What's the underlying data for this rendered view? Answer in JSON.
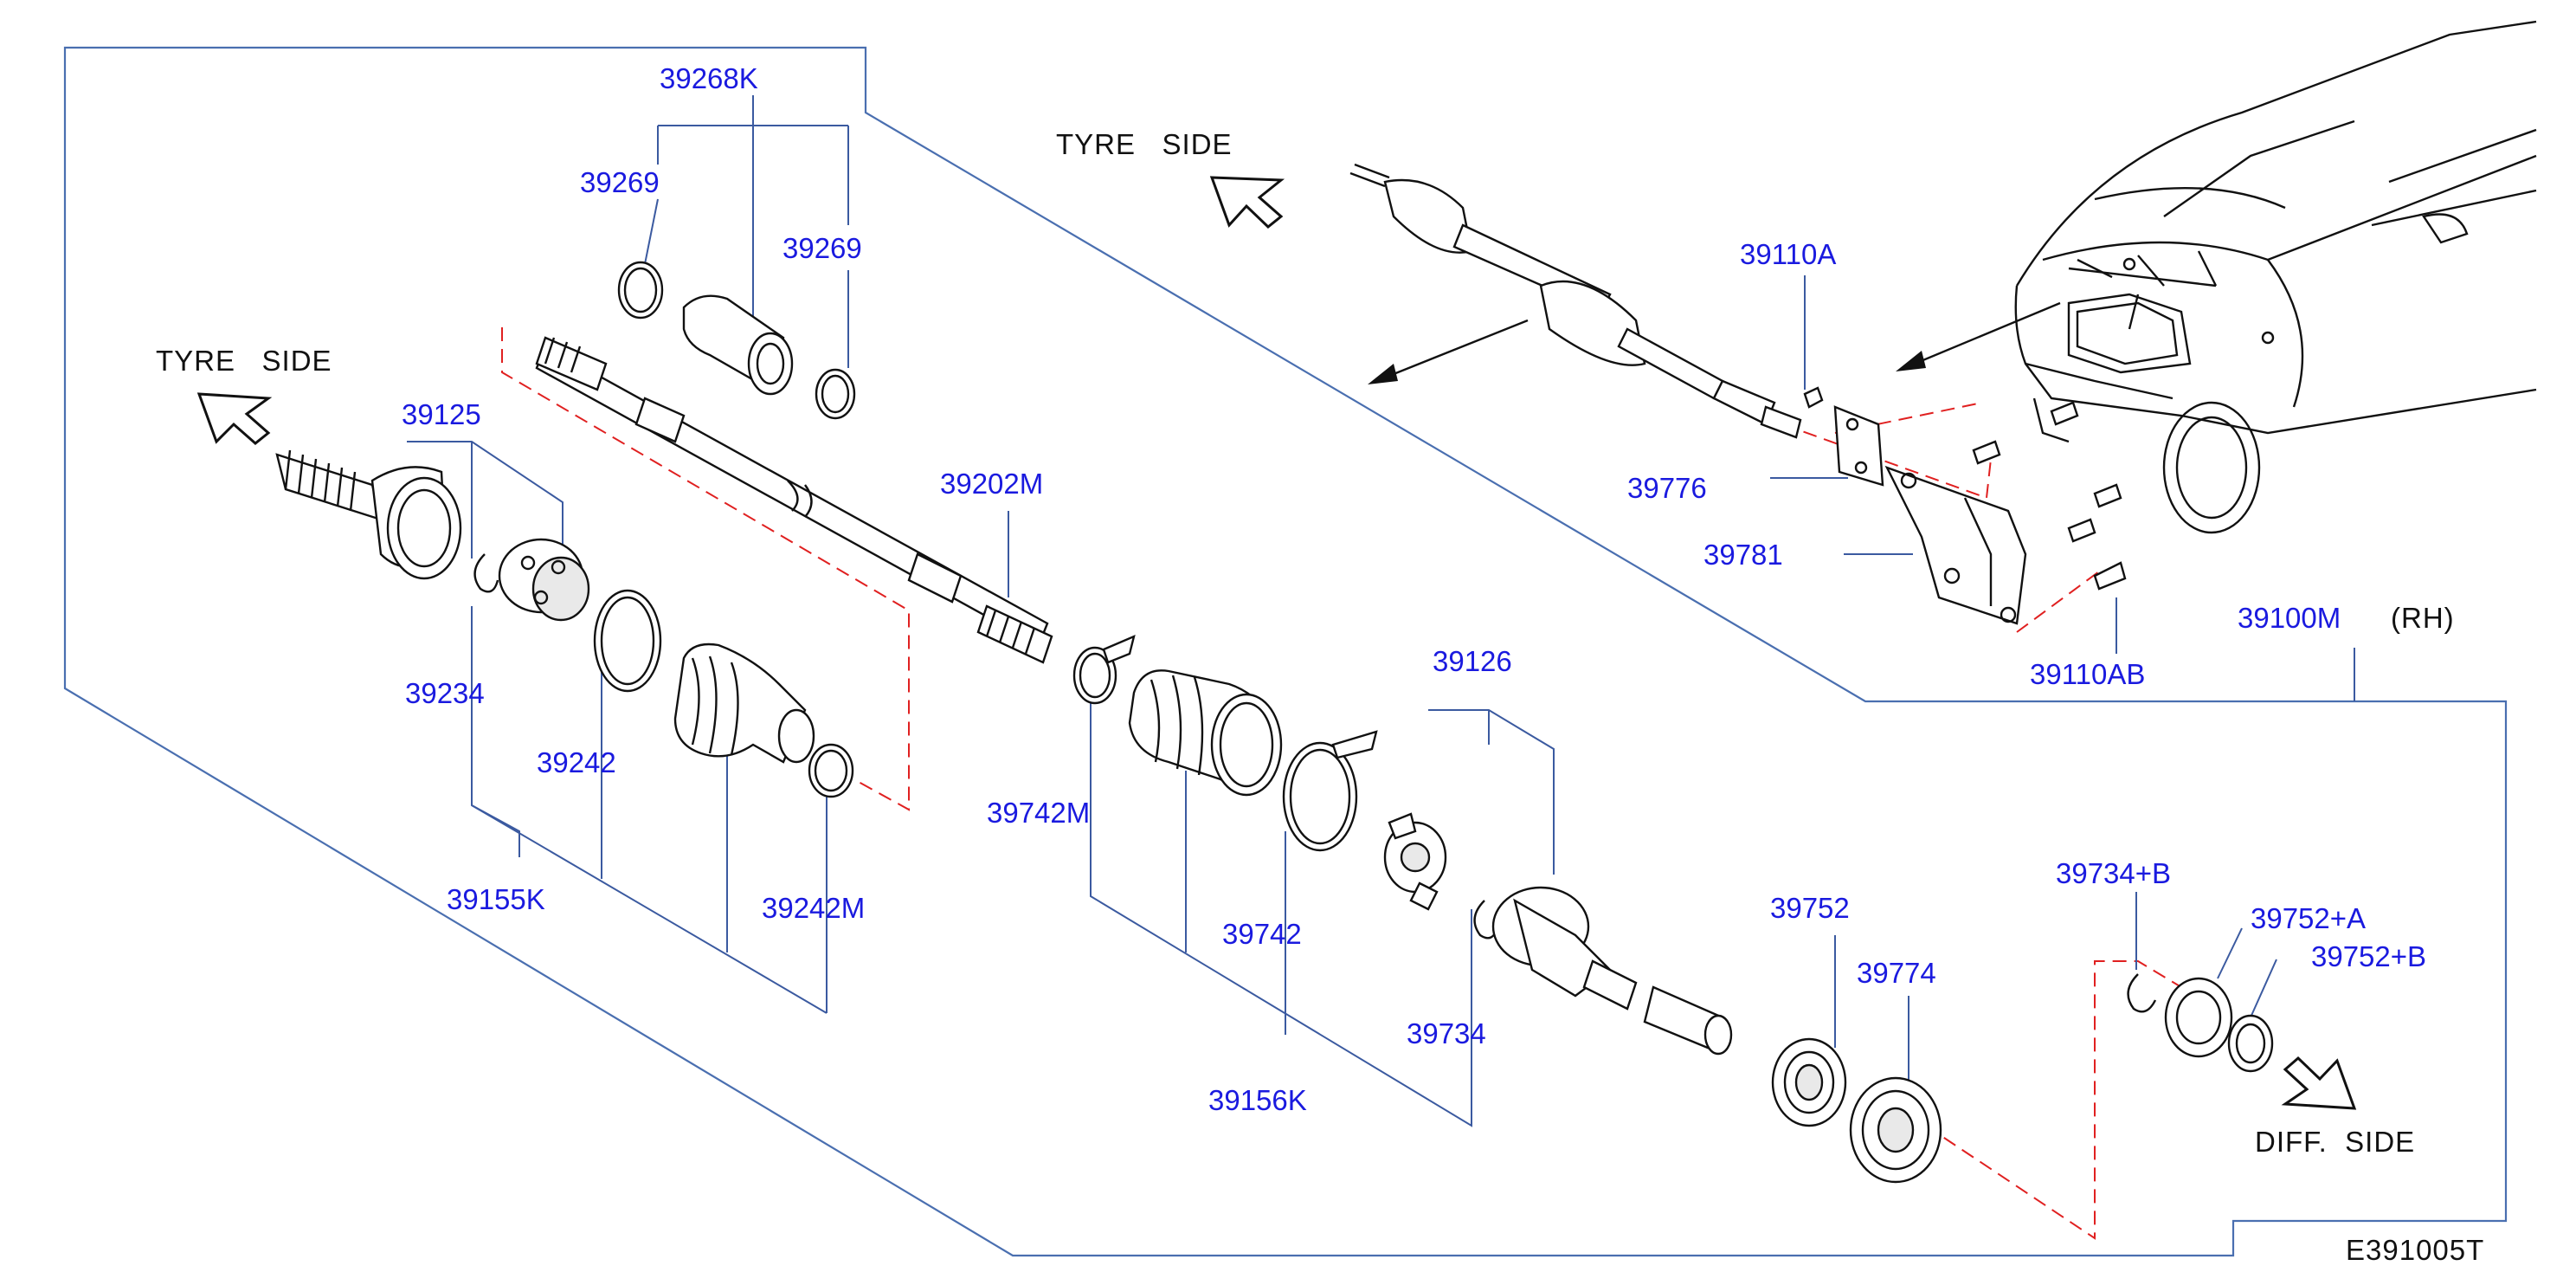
{
  "labels": {
    "p39268k": "39268K",
    "p39269a": "39269",
    "p39269b": "39269",
    "p39125": "39125",
    "p39202m": "39202M",
    "p39234": "39234",
    "p39242": "39242",
    "p39155k": "39155K",
    "p39242m": "39242M",
    "p39742m": "39742M",
    "p39742": "39742",
    "p39156k": "39156K",
    "p39126": "39126",
    "p39734": "39734",
    "p39752": "39752",
    "p39774": "39774",
    "p39734b": "39734+B",
    "p39752a": "39752+A",
    "p39752b": "39752+B",
    "p39110a": "39110A",
    "p39776": "39776",
    "p39781": "39781",
    "p39110ab": "39110AB",
    "p39100m": "39100M",
    "rh": "(RH)"
  },
  "captions": {
    "tyre_side_left": "TYRE   SIDE",
    "tyre_side_top": "TYRE   SIDE",
    "diff_side": "DIFF.  SIDE",
    "diagram_code": "E391005T"
  },
  "colors": {
    "label": "#1a1adf",
    "frame": "#4a6fb0",
    "dashed_guide": "#e02020",
    "line_art": "#111111"
  }
}
